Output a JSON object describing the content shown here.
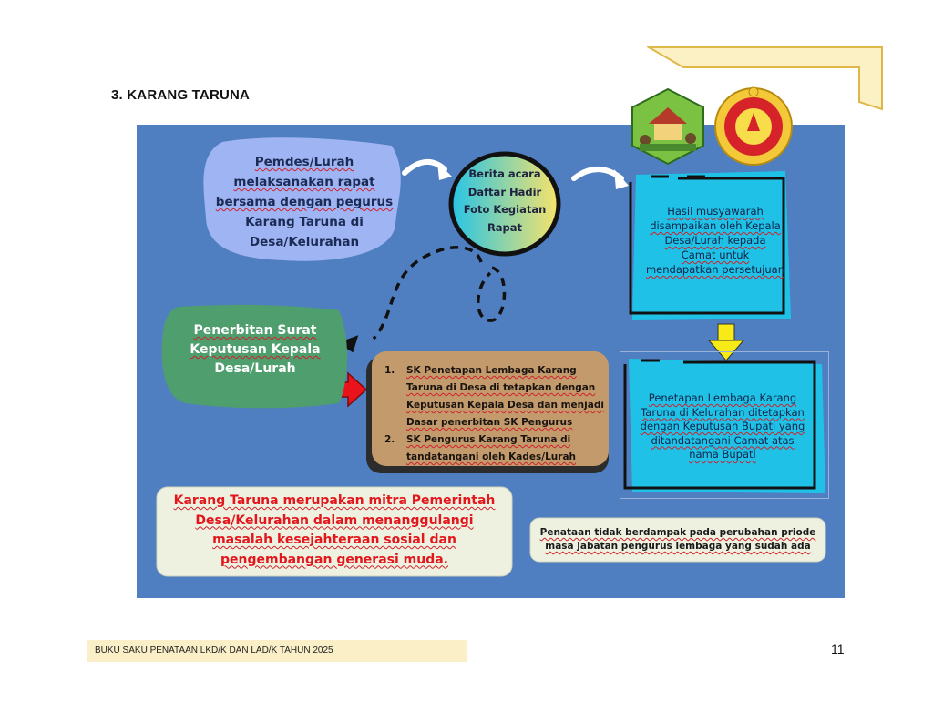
{
  "section": {
    "title": "3.   KARANG TARUNA"
  },
  "flow": {
    "step_pemdes": [
      "Pemdes/Lurah",
      "melaksanakan rapat",
      "bersama dengan pegurus",
      "Karang Taruna di",
      "Desa/Kelurahan"
    ],
    "step_berita": [
      "Berita acara",
      "Daftar Hadir",
      "Foto Kegiatan",
      "Rapat"
    ],
    "step_hasil": [
      "Hasil musyawarah",
      "disampaikan oleh Kepala",
      "Desa/Lurah kepada",
      "Camat untuk",
      "mendapatkan persetujuan"
    ],
    "step_penerbitan": [
      "Penerbitan Surat",
      "Keputusan Kepala",
      "Desa/Lurah"
    ],
    "sk_list": [
      {
        "num": "1.",
        "lines": [
          "SK Penetapan Lembaga Karang",
          "Taruna di Desa di tetapkan dengan",
          "Keputusan Kepala Desa dan menjadi",
          "Dasar penerbitan SK Pengurus"
        ]
      },
      {
        "num": "2.",
        "lines": [
          "SK Pengurus Karang Taruna di",
          "tandatangani oleh Kades/Lurah"
        ]
      }
    ],
    "step_penetapan": [
      "Penetapan Lembaga Karang",
      "Taruna di Kelurahan ditetapkan",
      "dengan Keputusan Bupati yang",
      "ditandatangani Camat atas",
      "nama Bupati"
    ]
  },
  "callout_mitra": [
    "Karang Taruna merupakan mitra Pemerintah",
    "Desa/Kelurahan dalam menanggulangi",
    "masalah kesejahteraan sosial dan",
    "pengembangan generasi muda."
  ],
  "note": [
    "Penataan tidak berdampak pada perubahan priode",
    "masa jabatan pengurus lembaga yang sudah ada"
  ],
  "footer": {
    "text": "BUKU SAKU PENATAAN LKD/K DAN LAD/K  TAHUN 2025",
    "page": "11"
  },
  "colors": {
    "panel": "#4f7fc1",
    "cyan": "#1fc2e6",
    "green": "#4f9e6e",
    "brown": "#c39a6c",
    "cream": "#eef0e0",
    "red_text": "#e3161c",
    "footer_bg": "#fbefc7",
    "accent_yellow": "#f5e79a"
  },
  "icons": {
    "emblem_left": "karang-taruna-scene-icon",
    "emblem_right": "regency-seal-icon"
  }
}
